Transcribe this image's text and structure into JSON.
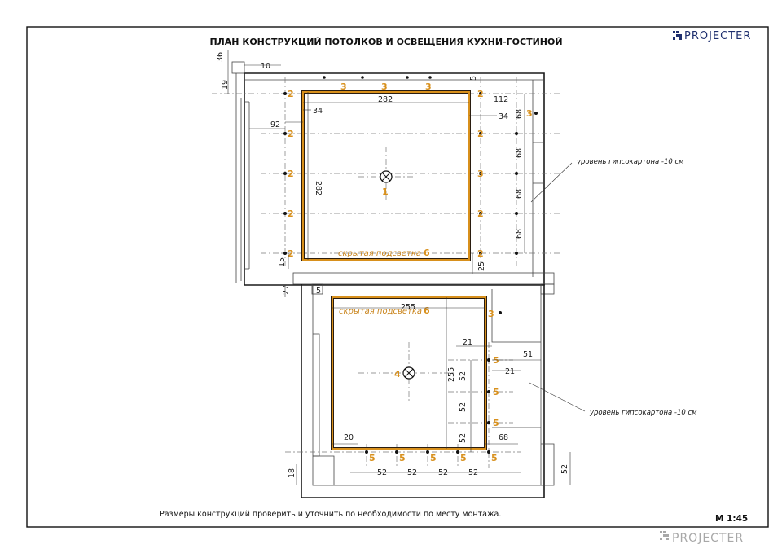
{
  "header": {
    "title": "ПЛАН КОНСТРУКЦИЙ ПОТОЛКОВ И ОСВЕЩЕНИЯ КУХНИ-ГОСТИНОЙ",
    "logo_top": "PROJECTER",
    "logo_bottom": "PROJECTER"
  },
  "footer": {
    "note": "Размеры конструкций проверить и уточнить по необходимости по месту монтажа.",
    "scale": "М 1:45"
  },
  "annotations": {
    "drywall_level_1": "уровень гипсокартона -10 см",
    "drywall_level_2": "уровень гипсокартона -10 см",
    "hidden_light_1": "скрытая подсветка",
    "hidden_light_1_num": "6",
    "hidden_light_2": "скрытая подсветка",
    "hidden_light_2_num": "6"
  },
  "upper_room": {
    "top_marks": [
      "3",
      "3",
      "3"
    ],
    "left_marks": [
      "2",
      "2",
      "2",
      "2",
      "2"
    ],
    "right_marks": [
      "2",
      "2",
      "3",
      "2",
      "2"
    ],
    "top_right_mark": "2",
    "far_right_mark": "3",
    "center_mark": "1",
    "dims": {
      "d36": "36",
      "d10": "10",
      "d5": "5",
      "d19": "19",
      "d282_top": "282",
      "d112": "112",
      "d34_left": "34",
      "d34_right": "34",
      "d92": "92",
      "d282_side": "282",
      "d68_a": "68",
      "d68_b": "68",
      "d68_c": "68",
      "d68_d": "68",
      "d15": "15",
      "d25": "25",
      "d27": "27",
      "d5_b": "5"
    }
  },
  "lower_room": {
    "right_marks": [
      "3",
      "5",
      "5",
      "5"
    ],
    "bottom_marks": [
      "5",
      "5",
      "5",
      "5",
      "5"
    ],
    "center_mark": "4",
    "dims": {
      "d255_top": "255",
      "d21_a": "21",
      "d51": "51",
      "d21_b": "21",
      "d255_side": "255",
      "d52_a": "52",
      "d52_b": "52",
      "d52_c": "52",
      "d20": "20",
      "d68": "68",
      "d18": "18",
      "d52_b1": "52",
      "d52_b2": "52",
      "d52_b3": "52",
      "d52_b4": "52",
      "d52_right": "52"
    }
  }
}
